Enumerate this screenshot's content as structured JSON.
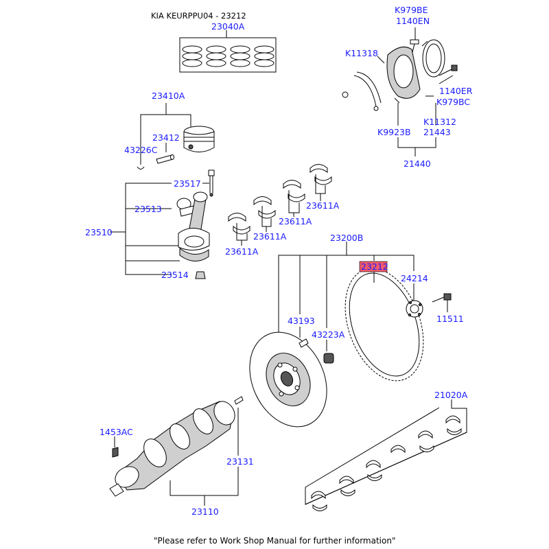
{
  "header": {
    "title": "KIA KEURPPU04 - 23212"
  },
  "footer": {
    "note": "\"Please refer to Work Shop Manual for further information\""
  },
  "highlight_color": "#f05a6a",
  "link_color": "#1a1aff",
  "labels": {
    "p23040A": "23040A",
    "pK979BE": "K979BE",
    "p1140EN": "1140EN",
    "pK11318": "K11318",
    "p1140ER": "1140ER",
    "pK979BC": "K979BC",
    "pK11312": "K11312",
    "pK9923B": "K9923B",
    "p21443": "21443",
    "p21440": "21440",
    "p23410A": "23410A",
    "p23412": "23412",
    "p43226C": "43226C",
    "p23517": "23517",
    "p23513": "23513",
    "p23510": "23510",
    "p23514": "23514",
    "p23611A_1": "23611A",
    "p23611A_2": "23611A",
    "p23611A_3": "23611A",
    "p23611A_4": "23611A",
    "p23200B": "23200B",
    "p23212": "23212",
    "p24214": "24214",
    "p11511": "11511",
    "p43193": "43193",
    "p43223A": "43223A",
    "p21020A": "21020A",
    "p1453AC": "1453AC",
    "p23131": "23131",
    "p23110": "23110"
  }
}
